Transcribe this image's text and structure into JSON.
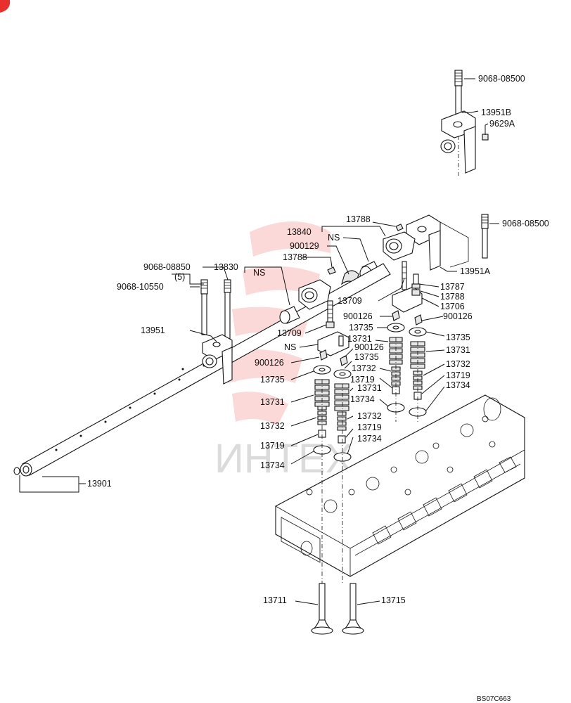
{
  "watermark": {
    "text": "ИНТЕХ",
    "logo_color": "#e8312c"
  },
  "diagram_code": "BS07C663",
  "labels": {
    "l_9068_08500_top": "9068-08500",
    "l_13951B": "13951B",
    "l_9629A": "9629A",
    "l_9068_08500_mid": "9068-08500",
    "l_13951A": "13951A",
    "l_13788_top": "13788",
    "l_13840": "13840",
    "l_NS_1": "NS",
    "l_900129": "900129",
    "l_13788_b": "13788",
    "l_13830": "13830",
    "l_NS_2": "NS",
    "l_9068_08850": "9068-08850",
    "l_qty_5": "(5)",
    "l_9068_10550": "9068-10550",
    "l_13951": "13951",
    "l_13709_a": "13709",
    "l_13709_b": "13709",
    "l_13787": "13787",
    "l_13788_c": "13788",
    "l_13706": "13706",
    "l_900126_a": "900126",
    "l_900126_b": "900126",
    "l_13735_a": "13735",
    "l_13735_b": "13735",
    "l_13731_a": "13731",
    "l_13731_b": "13731",
    "l_NS_3": "NS",
    "l_900126_c": "900126",
    "l_13735_c": "13735",
    "l_900126_d": "900126",
    "l_13732_a": "13732",
    "l_13732_b": "13732",
    "l_13735_d": "13735",
    "l_13719_a": "13719",
    "l_13719_b": "13719",
    "l_13731_c": "13731",
    "l_13734_a": "13734",
    "l_13734_b": "13734",
    "l_13731_d": "13731",
    "l_13732_c": "13732",
    "l_13732_d": "13732",
    "l_13719_c": "13719",
    "l_13719_d": "13719",
    "l_13734_c": "13734",
    "l_13734_d": "13734",
    "l_13901": "13901",
    "l_13711": "13711",
    "l_13715": "13715"
  }
}
